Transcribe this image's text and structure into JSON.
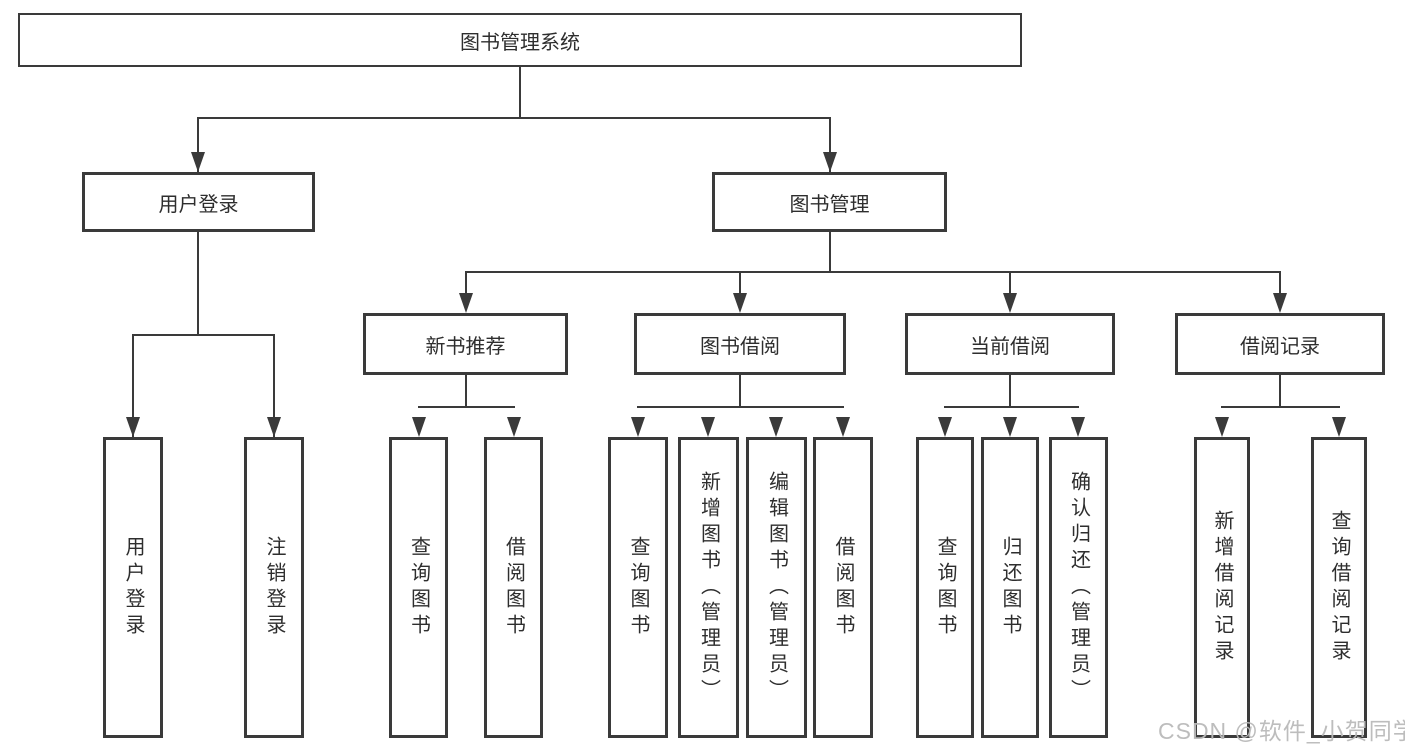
{
  "diagram_title": "图书管理系统",
  "watermark": {
    "text": "CSDN @软件_小贺同学"
  },
  "colors": {
    "line": "#3a3a3a",
    "text": "#2e2e2e",
    "background": "#ffffff",
    "watermark": "#b9b9b9"
  },
  "tree": {
    "label": "图书管理系统",
    "children": [
      {
        "label": "用户登录",
        "children": [
          {
            "label": "用户登录"
          },
          {
            "label": "注销登录"
          }
        ]
      },
      {
        "label": "图书管理",
        "children": [
          {
            "label": "新书推荐",
            "children": [
              {
                "label": "查询图书"
              },
              {
                "label": "借阅图书"
              }
            ]
          },
          {
            "label": "图书借阅",
            "children": [
              {
                "label": "查询图书"
              },
              {
                "label": "新增图书（管理员）"
              },
              {
                "label": "编辑图书（管理员）"
              },
              {
                "label": "借阅图书"
              }
            ]
          },
          {
            "label": "当前借阅",
            "children": [
              {
                "label": "查询图书"
              },
              {
                "label": "归还图书"
              },
              {
                "label": "确认归还（管理员）"
              }
            ]
          },
          {
            "label": "借阅记录",
            "children": [
              {
                "label": "新增借阅记录"
              },
              {
                "label": "查询借阅记录"
              }
            ]
          }
        ]
      }
    ]
  }
}
